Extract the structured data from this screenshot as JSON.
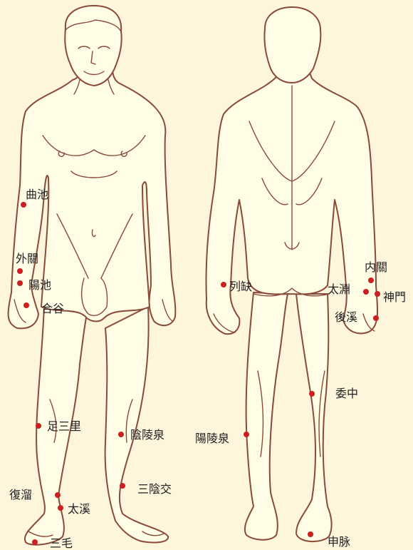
{
  "points": {
    "quchi": "曲池",
    "waiguan": "外關",
    "yangchi": "陽池",
    "hegu": "合谷",
    "zusanli": "足三里",
    "yinlingquan": "陰陵泉",
    "sanyinjiao": "三陰交",
    "fuliu": "復溜",
    "taixi": "太溪",
    "sanmao": "三毛",
    "lieque": "列缺",
    "neiguan": "内關",
    "taiyuan": "太淵",
    "shenmen": "神門",
    "houxi": "後溪",
    "weizhong": "委中",
    "yanglingquan": "陽陵泉",
    "shenmai": "申脉"
  },
  "colors": {
    "background": "#fdf5dc",
    "outline": "#8a4a3a",
    "point": "#cc1f1f",
    "body_fill": "#fffde6"
  }
}
